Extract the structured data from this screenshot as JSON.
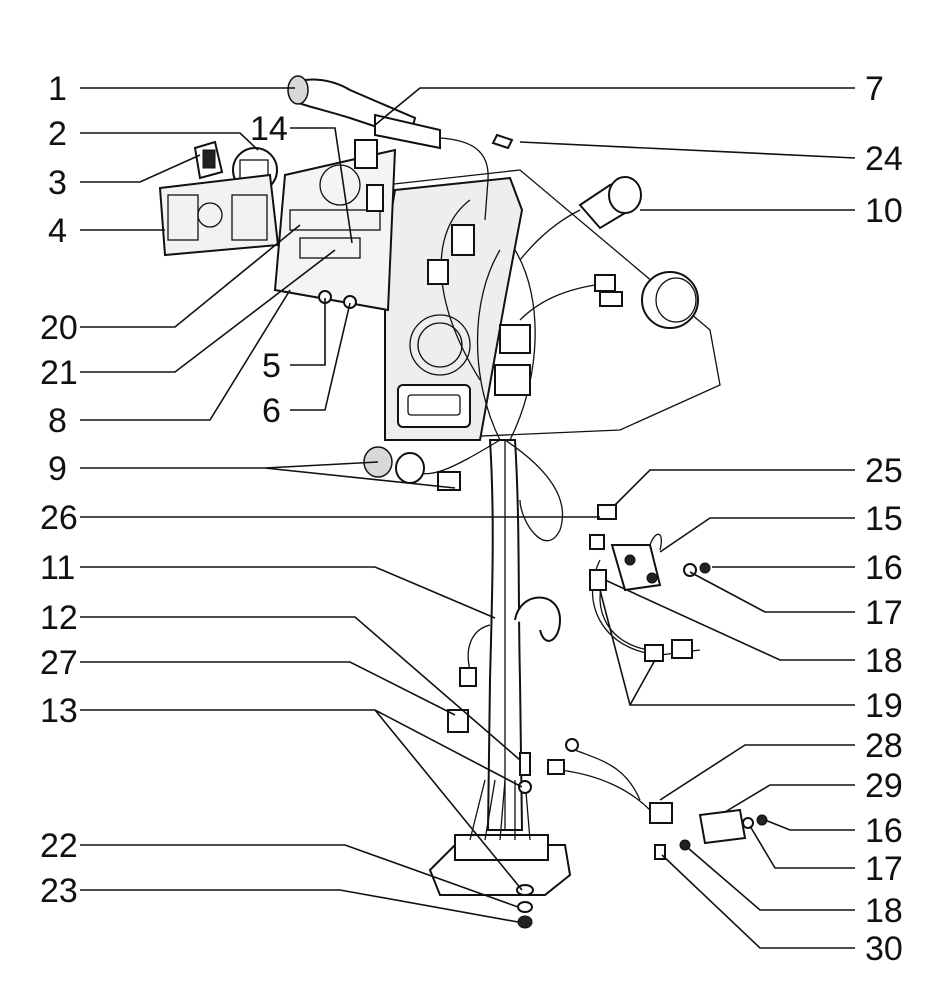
{
  "diagram": {
    "callouts_left": [
      {
        "id": "c1",
        "label": "1"
      },
      {
        "id": "c2",
        "label": "2"
      },
      {
        "id": "c3",
        "label": "3"
      },
      {
        "id": "c4",
        "label": "4"
      },
      {
        "id": "c14",
        "label": "14"
      },
      {
        "id": "c20",
        "label": "20"
      },
      {
        "id": "c5",
        "label": "5"
      },
      {
        "id": "c21",
        "label": "21"
      },
      {
        "id": "c6",
        "label": "6"
      },
      {
        "id": "c8",
        "label": "8"
      },
      {
        "id": "c9",
        "label": "9"
      },
      {
        "id": "c26",
        "label": "26"
      },
      {
        "id": "c11",
        "label": "11"
      },
      {
        "id": "c12",
        "label": "12"
      },
      {
        "id": "c27",
        "label": "27"
      },
      {
        "id": "c13",
        "label": "13"
      },
      {
        "id": "c22",
        "label": "22"
      },
      {
        "id": "c23",
        "label": "23"
      }
    ],
    "callouts_right": [
      {
        "id": "c7",
        "label": "7"
      },
      {
        "id": "c24",
        "label": "24"
      },
      {
        "id": "c10",
        "label": "10"
      },
      {
        "id": "c25",
        "label": "25"
      },
      {
        "id": "c15",
        "label": "15"
      },
      {
        "id": "c16a",
        "label": "16"
      },
      {
        "id": "c17a",
        "label": "17"
      },
      {
        "id": "c18a",
        "label": "18"
      },
      {
        "id": "c19",
        "label": "19"
      },
      {
        "id": "c28",
        "label": "28"
      },
      {
        "id": "c29",
        "label": "29"
      },
      {
        "id": "c16b",
        "label": "16"
      },
      {
        "id": "c17b",
        "label": "17"
      },
      {
        "id": "c18b",
        "label": "18"
      },
      {
        "id": "c30",
        "label": "30"
      }
    ]
  }
}
